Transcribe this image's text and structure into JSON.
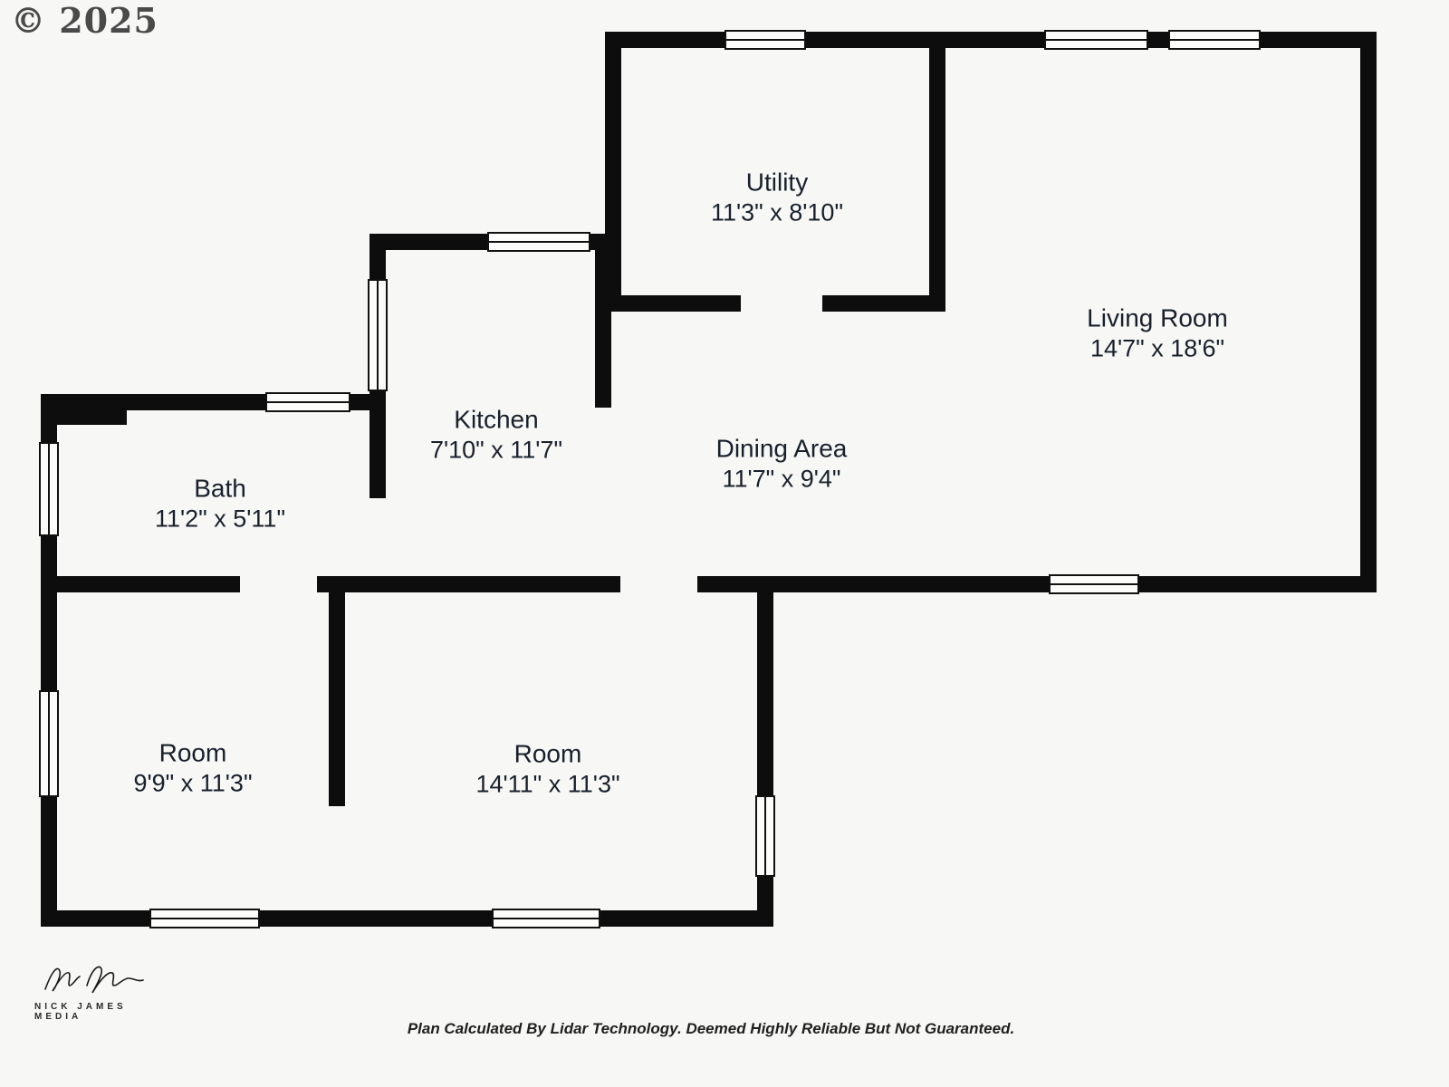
{
  "meta": {
    "copyright": "© 2025",
    "brand_caption": "NICK JAMES MEDIA",
    "disclaimer": "Plan Calculated By Lidar Technology. Deemed Highly Reliable But Not Guaranteed."
  },
  "colors": {
    "wall": "#0d0d0d",
    "background": "#f7f7f6",
    "label_text": "#18202b"
  },
  "rooms": [
    {
      "id": "utility",
      "name": "Utility",
      "dims": "11'3\" x 8'10\""
    },
    {
      "id": "living-room",
      "name": "Living Room",
      "dims": "14'7\" x 18'6\""
    },
    {
      "id": "kitchen",
      "name": "Kitchen",
      "dims": "7'10\" x 11'7\""
    },
    {
      "id": "dining-area",
      "name": "Dining Area",
      "dims": "11'7\" x 9'4\""
    },
    {
      "id": "bath",
      "name": "Bath",
      "dims": "11'2\" x 5'11\""
    },
    {
      "id": "room-left",
      "name": "Room",
      "dims": "9'9\" x 11'3\""
    },
    {
      "id": "room-middle",
      "name": "Room",
      "dims": "14'11\" x 11'3\""
    }
  ]
}
